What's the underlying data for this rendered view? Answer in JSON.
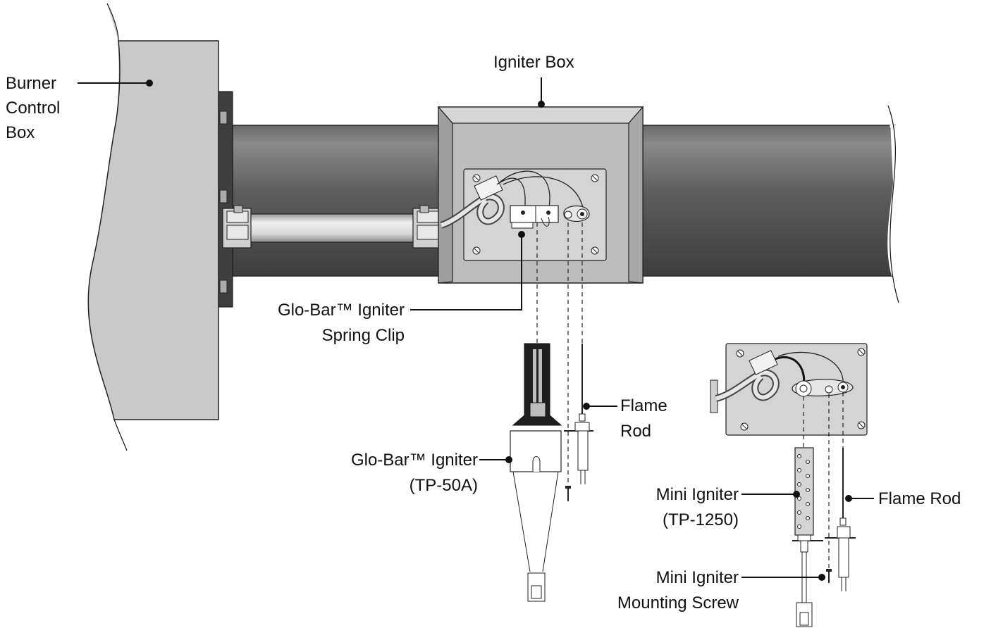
{
  "labels": {
    "burner_box_line1": "Burner",
    "burner_box_line2": "Control",
    "burner_box_line3": "Box",
    "igniter_box": "Igniter Box",
    "spring_clip_line1": "Glo-Bar™ Igniter",
    "spring_clip_line2": "Spring Clip",
    "globar_igniter_line1": "Glo-Bar™ Igniter",
    "globar_igniter_line2": "(TP-50A)",
    "flame_rod_1_line1": "Flame",
    "flame_rod_1_line2": "Rod",
    "mini_igniter_line1": "Mini Igniter",
    "mini_igniter_line2": "(TP-1250)",
    "flame_rod_2": "Flame Rod",
    "mini_screw_line1": "Mini Igniter",
    "mini_screw_line2": "Mounting Screw"
  },
  "colors": {
    "burner_box": "#c9c9c9",
    "pipe_dark": "#5a5a5a",
    "pipe_mid": "#7a7a7a",
    "igniter_box": "#bdbdbd",
    "plate": "#d4d4d4",
    "conduit": "#d9d9d9",
    "ceramic": "#1f1f1f",
    "leader": "#111111"
  }
}
